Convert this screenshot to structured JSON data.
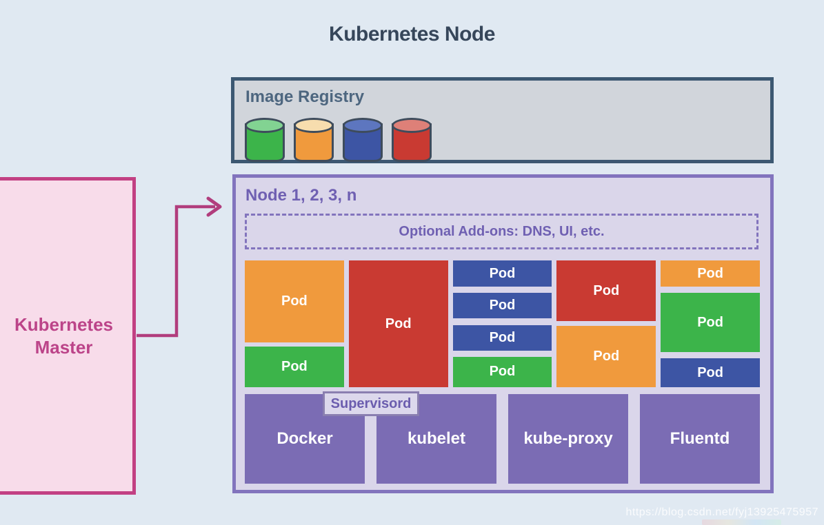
{
  "title": "Kubernetes Node",
  "image_registry": {
    "label": "Image Registry",
    "cylinders": [
      {
        "name": "green-image",
        "color": "green",
        "top": "#82d392"
      },
      {
        "name": "orange-image",
        "color": "orange",
        "top": "#f7ddae"
      },
      {
        "name": "blue-image",
        "color": "blue",
        "top": "#5d76bf"
      },
      {
        "name": "red-image",
        "color": "red",
        "top": "#de8078"
      }
    ]
  },
  "node": {
    "label": "Node 1, 2, 3, n",
    "addons_label": "Optional Add-ons: DNS, UI, etc.",
    "pod_columns": [
      {
        "pods": [
          {
            "label": "Pod",
            "color": "orange",
            "height": 119
          },
          {
            "label": "Pod",
            "color": "green",
            "height": 59
          }
        ]
      },
      {
        "pods": [
          {
            "label": "Pod",
            "color": "red",
            "height": 184
          }
        ]
      },
      {
        "pods": [
          {
            "label": "Pod",
            "color": "blue",
            "height": 38
          },
          {
            "label": "Pod",
            "color": "blue",
            "height": 37
          },
          {
            "label": "Pod",
            "color": "blue",
            "height": 37
          },
          {
            "label": "Pod",
            "color": "green",
            "height": 44
          }
        ]
      },
      {
        "pods": [
          {
            "label": "Pod",
            "color": "red",
            "height": 88
          },
          {
            "label": "Pod",
            "color": "orange",
            "height": 89
          }
        ]
      },
      {
        "pods": [
          {
            "label": "Pod",
            "color": "orange",
            "height": 38
          },
          {
            "label": "Pod",
            "color": "green",
            "height": 86
          },
          {
            "label": "Pod",
            "color": "blue",
            "height": 42
          }
        ]
      }
    ],
    "supervisord_label": "Supervisord",
    "services": [
      {
        "label": "Docker"
      },
      {
        "label": "kubelet"
      },
      {
        "label": "kube-proxy"
      },
      {
        "label": "Fluentd"
      }
    ]
  },
  "master": {
    "line1": "Kubernetes",
    "line2": "Master"
  },
  "watermark": {
    "text": "https://blog.csdn.net/fyj13925475957"
  },
  "colors": {
    "orange": "#f09a3d",
    "red": "#c93a32",
    "blue": "#3d55a4",
    "green": "#3cb44a",
    "service_purple": "#7b6cb4",
    "node_border": "#8274bd",
    "registry_border": "#3c5872",
    "master_border": "#c24083",
    "arrow": "#b13d7d",
    "background": "#e0e9f2"
  }
}
